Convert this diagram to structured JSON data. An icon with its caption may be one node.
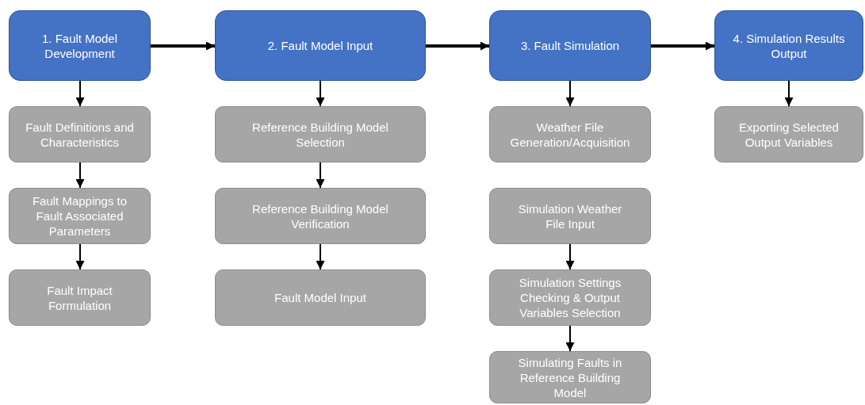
{
  "diagram": {
    "nodes": [
      {
        "text": [
          "1. Fault Model Development"
        ]
      },
      {
        "text": [
          "2. Fault Model Input"
        ]
      },
      {
        "text": [
          "3. Fault Simulation"
        ]
      },
      {
        "text": [
          "4. Simulation Results Output"
        ]
      },
      {
        "text": [
          "Fault Definitions and Characteristics"
        ]
      },
      {
        "text": [
          "Fault Mappings to Fault Associated Parameters"
        ]
      },
      {
        "text": [
          "Fault Impact Formulation"
        ]
      },
      {
        "text": [
          "Reference Building Model Selection"
        ]
      },
      {
        "text": [
          "Reference Building Model Verification"
        ]
      },
      {
        "text": [
          "Fault Model Input"
        ]
      },
      {
        "text": [
          "Weather File Generation/Acquisition"
        ]
      },
      {
        "text": [
          "Simulation Weather File Input"
        ]
      },
      {
        "text": [
          "Simulation Settings Checking & Output Variables Selection"
        ]
      },
      {
        "text": [
          "Simulating Faults in Reference Building Model"
        ]
      },
      {
        "text": [
          "Exporting Selected Output Variables"
        ]
      }
    ],
    "edges": [
      {
        "from": 0,
        "to": 1,
        "arrow": "to",
        "style": "thick"
      },
      {
        "from": 1,
        "to": 2,
        "arrow": "to",
        "style": "thick"
      },
      {
        "from": 2,
        "to": 3,
        "arrow": "to",
        "style": "thick"
      },
      {
        "from": 0,
        "to": 4,
        "arrow": "to"
      },
      {
        "from": 4,
        "to": 5,
        "arrow": "to"
      },
      {
        "from": 5,
        "to": 6,
        "arrow": "to"
      },
      {
        "from": 1,
        "to": 7,
        "arrow": "to"
      },
      {
        "from": 7,
        "to": 8,
        "arrow": "to"
      },
      {
        "from": 8,
        "to": 9,
        "arrow": "to"
      },
      {
        "from": 2,
        "to": 10,
        "arrow": "to"
      },
      {
        "from": 11,
        "to": 12,
        "arrow": "to"
      },
      {
        "from": 12,
        "to": 13,
        "arrow": "to"
      },
      {
        "from": 3,
        "to": 14,
        "arrow": "to"
      }
    ]
  }
}
